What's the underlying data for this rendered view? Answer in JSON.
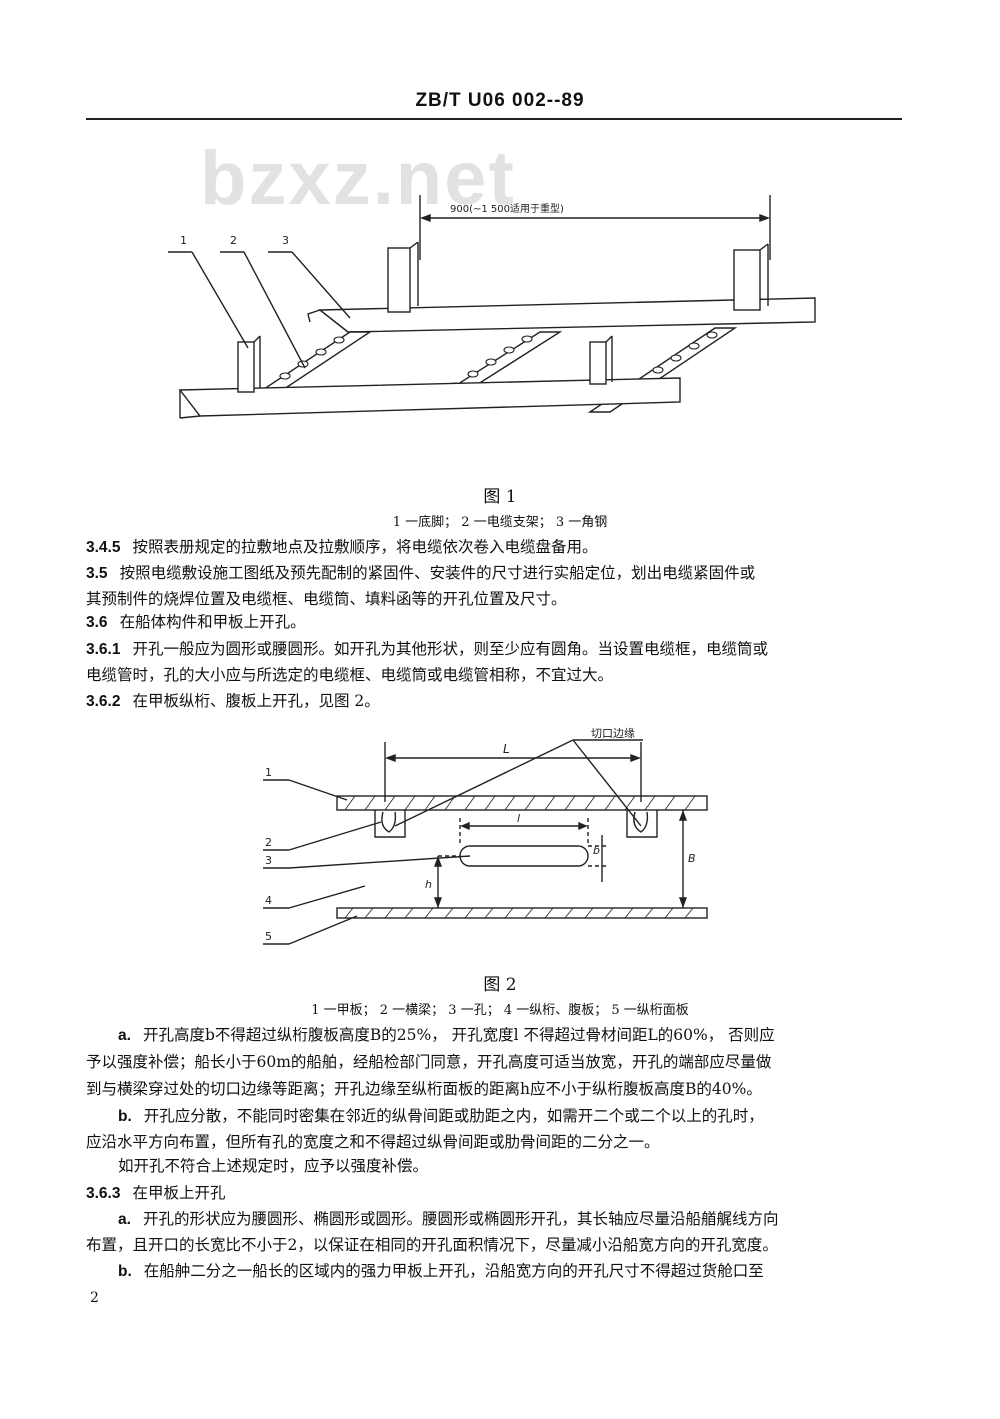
{
  "header": {
    "standard_code": "ZB/T U06 002--89"
  },
  "watermark": "bzxz.net",
  "figure1": {
    "dimension": "900(~1 500适用于重型)",
    "callouts": [
      "1",
      "2",
      "3"
    ],
    "caption": "图 1",
    "legend": "1 一底脚； 2 一电缆支架； 3 一角钢"
  },
  "figure2": {
    "cut_edge_label": "切口边缘",
    "dim_L": "L",
    "dim_l": "l",
    "dim_b": "b",
    "dim_B": "B",
    "dim_h": "h",
    "callouts": [
      "1",
      "2",
      "3",
      "4",
      "5"
    ],
    "caption": "图 2",
    "legend": "1 一甲板； 2 一横梁； 3 一孔； 4 一纵桁、腹板； 5 一纵桁面板"
  },
  "paragraphs": [
    {
      "num": "3.4.5",
      "lines": [
        "按照表册规定的拉敷地点及拉敷顺序，将电缆依次卷入电缆盘备用。"
      ]
    },
    {
      "num": "3.5",
      "lines": [
        "按照电缆敷设施工图纸及预先配制的紧固件、安装件的尺寸进行实船定位，划出电缆紧固件或",
        "其预制件的烧焊位置及电缆框、电缆筒、填料函等的开孔位置及尺寸。"
      ]
    },
    {
      "num": "3.6",
      "lines": [
        "在船体构件和甲板上开孔。"
      ]
    },
    {
      "num": "3.6.1",
      "lines": [
        "开孔一般应为圆形或腰圆形。如开孔为其他形状，则至少应有圆角。当设置电缆框，电缆筒或",
        "电缆管时，孔的大小应与所选定的电缆框、电缆筒或电缆管相称，不宜过大。"
      ]
    },
    {
      "num": "3.6.2",
      "lines": [
        "在甲板纵桁、腹板上开孔，见图 2。"
      ]
    }
  ],
  "paragraphs2": [
    {
      "num": "a.",
      "lines": [
        "开孔高度b不得超过纵桁腹板高度B的25%， 开孔宽度l 不得超过骨材间距L的60%， 否则应",
        "予以强度补偿；船长小于60m的船舶，经船检部门同意，开孔高度可适当放宽，开孔的端部应尽量做",
        "到与横梁穿过处的切口边缘等距离；开孔边缘至纵桁面板的距离h应不小于纵桁腹板高度B的40%。"
      ]
    },
    {
      "num": "b.",
      "lines": [
        "开孔应分散，不能同时密集在邻近的纵骨间距或肋距之内，如需开二个或二个以上的孔时，",
        "应沿水平方向布置，但所有孔的宽度之和不得超过纵骨间距或肋骨间距的二分之一。"
      ]
    },
    {
      "num": "",
      "lines": [
        "如开孔不符合上述规定时，应予以强度补偿。"
      ]
    },
    {
      "num": "3.6.3",
      "lines": [
        "在甲板上开孔"
      ]
    },
    {
      "num": "a.",
      "lines": [
        "开孔的形状应为腰圆形、椭圆形或圆形。腰圆形或椭圆形开孔，其长轴应尽量沿船艏艉线方向",
        "布置，且开口的长宽比不小于2，以保证在相同的开孔面积情况下，尽量减小沿船宽方向的开孔宽度。"
      ]
    },
    {
      "num": "b.",
      "lines": [
        "在船舯二分之一船长的区域内的强力甲板上开孔，沿船宽方向的开孔尺寸不得超过货舱口至"
      ]
    }
  ],
  "page_number": "2"
}
